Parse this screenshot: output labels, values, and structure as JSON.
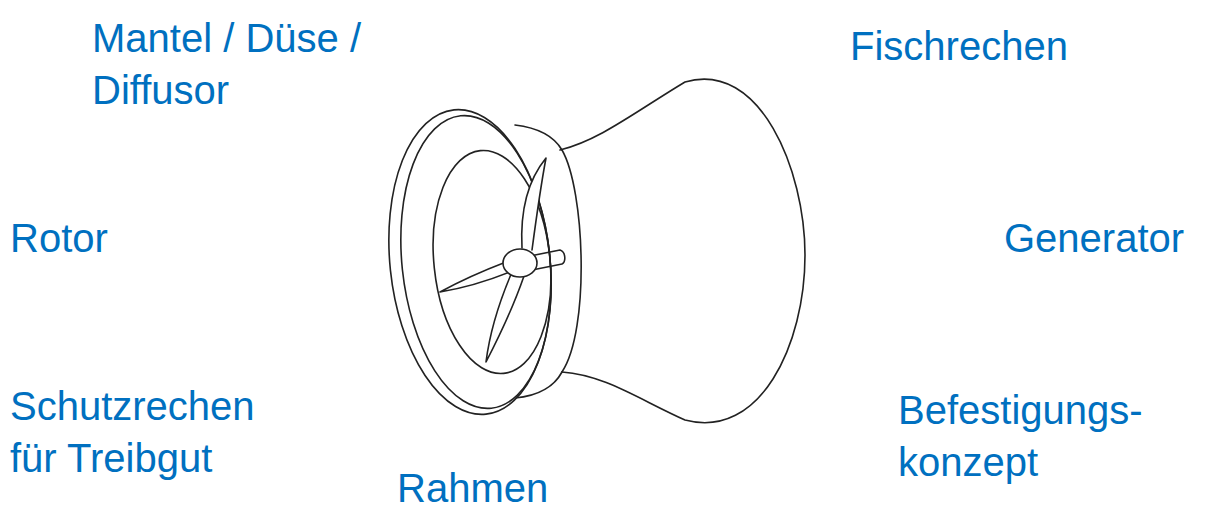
{
  "diagram": {
    "labels": [
      "Mantel / Düse / Diffusor",
      "Fischrechen",
      "Rotor",
      "Generator",
      "Schutzrechen für Treibgut",
      "Befestigungs- konzept",
      "Rahmen"
    ]
  }
}
